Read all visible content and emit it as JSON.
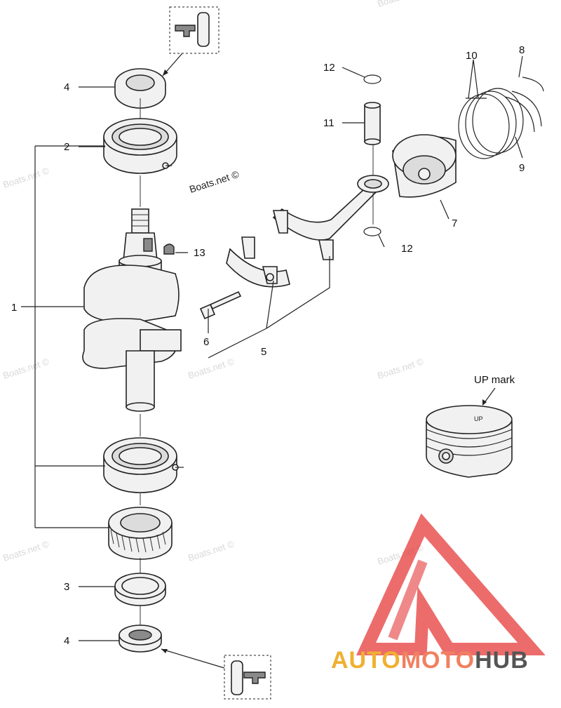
{
  "callouts": {
    "c1": "1",
    "c2": "2",
    "c3": "3",
    "c4_top": "4",
    "c4_bottom": "4",
    "c5": "5",
    "c6": "6",
    "c7": "7",
    "c8": "8",
    "c9": "9",
    "c10": "10",
    "c11": "11",
    "c12_top": "12",
    "c12_bottom": "12",
    "c13": "13"
  },
  "up_mark_label": "UP mark",
  "piston_up_text": "UP",
  "watermarks": {
    "main": "Boats.net ©",
    "faint": "Boats.net ©"
  },
  "brand": {
    "part1": "AUTO",
    "part2": "MOTO",
    "part3": "HUB",
    "color1": "#f0b030",
    "color2": "#f08060",
    "color3": "#555555",
    "triangle_color": "#e53b3b"
  }
}
